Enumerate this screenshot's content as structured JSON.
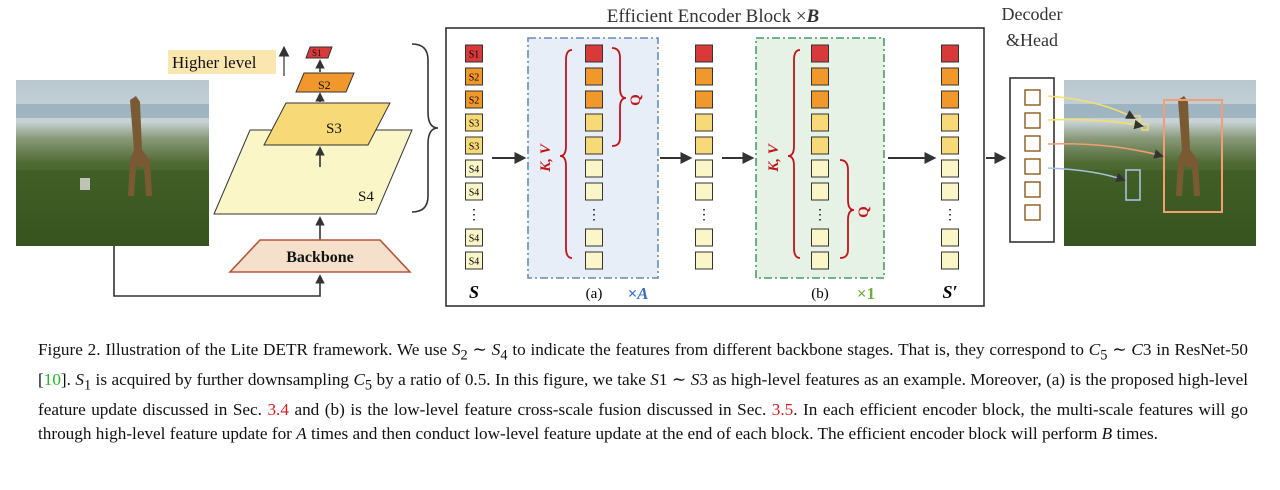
{
  "figure": {
    "left_panel": {
      "higher_level_label": "Higher level",
      "stage_labels": [
        "S1",
        "S2",
        "S3",
        "S4"
      ],
      "backbone_label": "Backbone"
    },
    "encoder": {
      "title": "Efficient Encoder Block ×",
      "title_var": "B",
      "input_tokens": [
        "S1",
        "S2",
        "S2",
        "S3",
        "S3",
        "S4",
        "S4",
        "⋮",
        "S4",
        "S4"
      ],
      "input_symbol": "S",
      "output_symbol": "S′",
      "kv_label": "K, V",
      "q_label": "Q",
      "panel_a": {
        "label": "(a)",
        "repeat_label": "×A"
      },
      "panel_b": {
        "label": "(b)",
        "repeat_label": "×1"
      }
    },
    "decoder_label_line1": "Decoder",
    "decoder_label_line2": "&Head",
    "colors": {
      "s1": "#d83a3a",
      "s2": "#f0982c",
      "s3": "#f7d978",
      "s4": "#fbf6c8",
      "panel_a_bg": "#e7eef8",
      "panel_a_border": "#6a8cb5",
      "panel_b_bg": "#e6f2e6",
      "panel_b_border": "#4c9a6a",
      "brace_red": "#c0141a",
      "a_blue": "#3a6fc4",
      "b_green": "#6fae3a"
    }
  },
  "caption": {
    "p1": "Figure 2. Illustration of the Lite DETR framework. We use ",
    "m1": "S",
    "m1sub": "2",
    "p2": " ∼ ",
    "m2": "S",
    "m2sub": "4",
    "p3": " to indicate the features from different backbone stages. That is, they correspond to ",
    "m3": "C",
    "m3sub": "5",
    "p4": " ∼ ",
    "m4": "C",
    "p5": "3 in ResNet-50 [",
    "ref10": "10",
    "p6": "]. ",
    "m5": "S",
    "m5sub": "1",
    "p7": " is acquired by further downsampling ",
    "m6": "C",
    "m6sub": "5",
    "p8": " by a ratio of 0.5. In this figure, we take ",
    "m7": "S",
    "p9": "1 ∼ ",
    "m8": "S",
    "p10": "3 as high-level features as an example. Moreover, (a) is the proposed high-level feature update discussed in Sec. ",
    "ref34": "3.4",
    "p11": " and (b) is the low-level feature cross-scale fusion discussed in Sec. ",
    "ref35": "3.5",
    "p12": ". In each efficient encoder block, the multi-scale features will go through high-level feature update for ",
    "m9": "A",
    "p13": " times and then conduct low-level feature update at the end of each block. The efficient encoder block will perform ",
    "m10": "B",
    "p14": " times."
  }
}
